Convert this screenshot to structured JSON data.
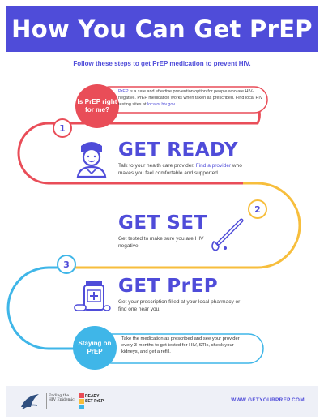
{
  "header": {
    "title": "How You Can Get PrEP"
  },
  "subtitle": "Follow these steps to get PrEP medication to prevent HIV.",
  "intro": {
    "question": "Is PrEP right for me?",
    "text_1": "PrEP",
    "text_2": " is a safe and effective prevention option for people who are HIV-negative. PrEP medication works when taken as prescribed. Find local HIV testing sites at ",
    "link": "locator.hiv.gov",
    "text_3": "."
  },
  "steps": [
    {
      "number": "1",
      "title": "GET READY",
      "desc_1": "Talk to your health care provider. ",
      "desc_link": "Find a provider",
      "desc_2": " who makes you feel comfortable and supported.",
      "icon": "doctor-icon"
    },
    {
      "number": "2",
      "title": "GET SET",
      "desc": "Get tested to make sure you are HIV negative.",
      "icon": "lancet-blood-drop-icon"
    },
    {
      "number": "3",
      "title": "GET PrEP",
      "desc": "Get your prescription filled at your local pharmacy or find one near you.",
      "icon": "pill-bottle-icon"
    }
  ],
  "staying": {
    "label": "Staying on PrEP",
    "text": "Take the medication as prescribed and see your provider every 3 months to get tested for HIV, STIs, check your kidneys, and get a refill."
  },
  "footer": {
    "ehe_text": "Ending the HIV Epidemic",
    "rsp_text": "READY SET PrEP",
    "url": "WWW.GETYOURPREP.COM"
  },
  "colors": {
    "brand": "#4f4cd9",
    "red": "#e94d58",
    "yellow": "#f7be3c",
    "blue": "#3fb6e8"
  }
}
